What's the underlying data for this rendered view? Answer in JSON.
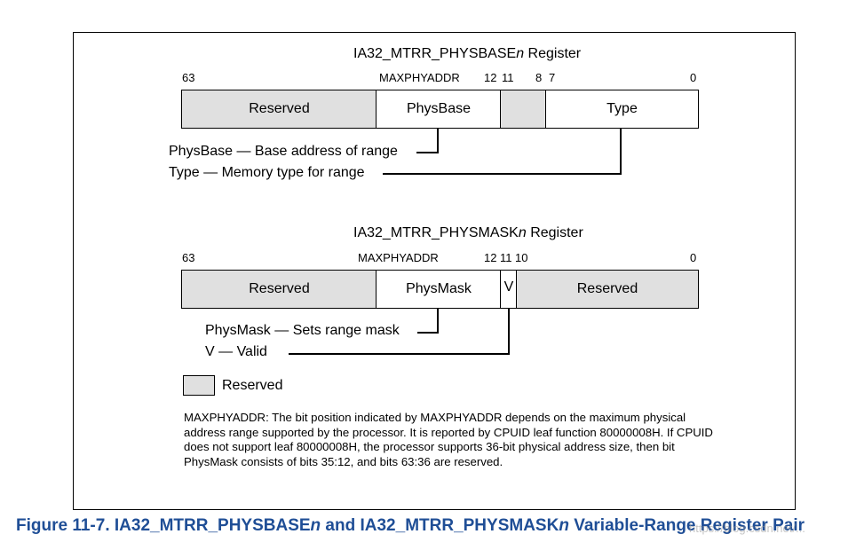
{
  "physbase": {
    "title_prefix": "IA32_MTRR_PHYSBASE",
    "title_italic": "n",
    "title_suffix": " Register",
    "bits": {
      "b63": "63",
      "maxphyaddr": "MAXPHYADDR",
      "b12": "12",
      "b11": "11",
      "b8": "8",
      "b7": "7",
      "b0": "0"
    },
    "fields": {
      "reserved": "Reserved",
      "physbase": "PhysBase",
      "reserved_mid": "",
      "type": "Type"
    },
    "legend": {
      "physbase": "PhysBase — Base address of range",
      "type": "Type — Memory type for range"
    }
  },
  "physmask": {
    "title_prefix": "IA32_MTRR_PHYSMASK",
    "title_italic": "n",
    "title_suffix": " Register",
    "bits": {
      "b63": "63",
      "maxphyaddr": "MAXPHYADDR",
      "b12": "12",
      "b11": "11",
      "b10": "10",
      "b0": "0"
    },
    "fields": {
      "reserved": "Reserved",
      "physmask": "PhysMask",
      "v": "V",
      "reserved_low": "Reserved"
    },
    "legend": {
      "physmask": "PhysMask — Sets range mask",
      "v": "V — Valid"
    }
  },
  "key": {
    "reserved": "Reserved"
  },
  "note": "MAXPHYADDR: The bit position indicated by MAXPHYADDR depends on the maximum physical address range supported by the processor. It is reported by CPUID leaf function 80000008H. If CPUID does not support leaf 80000008H, the processor supports 36-bit physical address size, then bit PhysMask consists of bits 35:12, and bits 63:36 are reserved.",
  "caption": {
    "part1": "Figure 11-7.  IA32_MTRR_PHYSBASE",
    "italic1": "n",
    "part2": " and IA32_MTRR_PHYSMASK",
    "italic2": "n",
    "part3": " Variable-Range Register Pair"
  },
  "watermark": "https://blog.csdn.net/...",
  "colors": {
    "reserved_fill": "#e0e0e0",
    "caption": "#1f4e96"
  }
}
